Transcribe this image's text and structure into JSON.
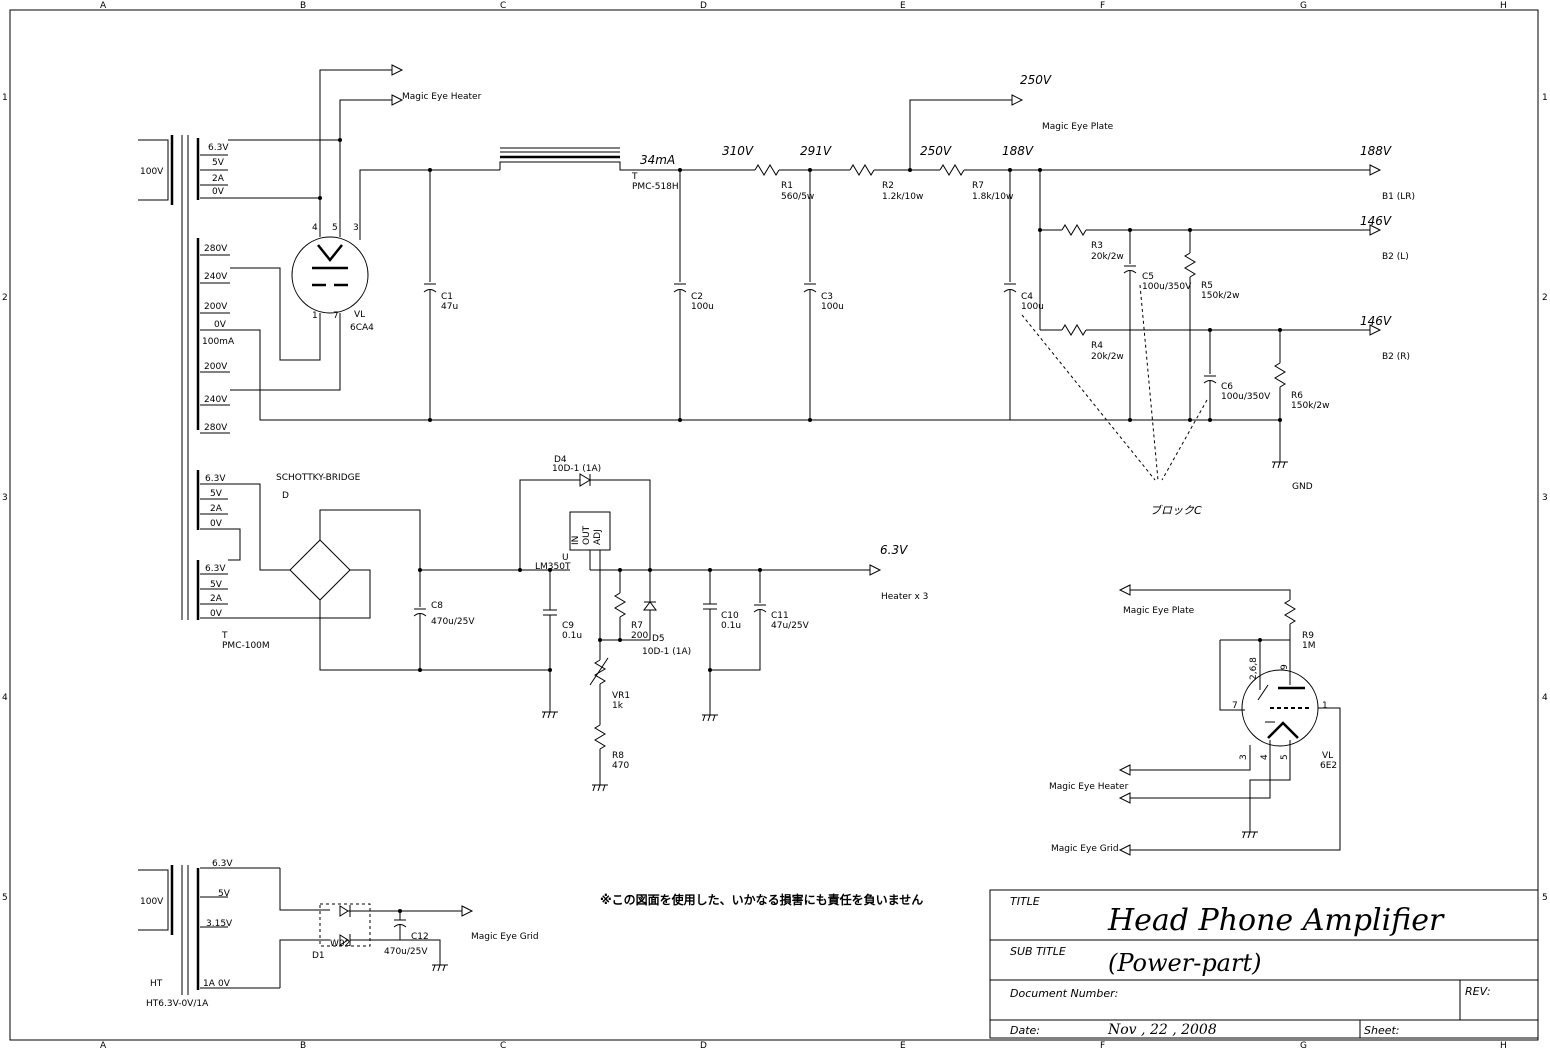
{
  "border": {
    "cols": [
      "A",
      "B",
      "C",
      "D",
      "E",
      "F",
      "G",
      "H"
    ],
    "rows": [
      "1",
      "2",
      "3",
      "4",
      "5"
    ]
  },
  "power": {
    "mains_label": "100V",
    "taps": [
      "6.3V",
      "5V",
      "2A",
      "0V"
    ],
    "ht_taps": [
      "280V",
      "240V",
      "200V",
      "0V",
      "100mA",
      "200V",
      "240V",
      "280V"
    ],
    "rect_pins": [
      "4",
      "5",
      "3",
      "1",
      "7"
    ],
    "rect_ref": "VL",
    "rect_part": "6CA4",
    "choke_ref": "T",
    "choke_part": "PMC-518H",
    "current": "34mA",
    "v310": "310V",
    "v291": "291V",
    "v250a": "250V",
    "v250top": "250V",
    "v188": "188V",
    "v188out": "188V",
    "v146a": "146V",
    "v146b": "146V",
    "r1": "R1",
    "r1v": "560/5w",
    "r2": "R2",
    "r2v": "1.2k/10w",
    "r7": "R7",
    "r7v": "1.8k/10w",
    "r3": "R3",
    "r3v": "20k/2w",
    "r4": "R4",
    "r4v": "20k/2w",
    "r5": "R5",
    "r5v": "150k/2w",
    "r6": "R6",
    "r6v": "150k/2w",
    "c1": "C1",
    "c1v": "47u",
    "c2": "C2",
    "c2v": "100u",
    "c3": "C3",
    "c3v": "100u",
    "c4": "C4",
    "c4v": "100u",
    "c5": "C5",
    "c5v": "100u/350V",
    "c6": "C6",
    "c6v": "100u/350V",
    "b1": "B1 (LR)",
    "b2l": "B2 (L)",
    "b2r": "B2 (R)",
    "magic_eye_heater": "Magic Eye Heater",
    "magic_eye_plate": "Magic Eye Plate",
    "gnd": "GND",
    "block": "ブロックC"
  },
  "heater": {
    "taps1": [
      "6.3V",
      "5V",
      "2A",
      "0V"
    ],
    "taps2": [
      "6.3V",
      "5V",
      "2A",
      "0V"
    ],
    "trans_ref": "T",
    "trans_part": "PMC-100M",
    "bridge": "SCHOTTKY-BRIDGE",
    "bridge_ref": "D",
    "d4": "D4",
    "d4v": "10D-1 (1A)",
    "reg_ref": "U",
    "reg_part": "LM350T",
    "reg_pins": [
      "IN",
      "OUT",
      "ADJ"
    ],
    "out_v": "6.3V",
    "out_label": "Heater x 3",
    "c8": "C8",
    "c8v": "470u/25V",
    "c9": "C9",
    "c9v": "0.1u",
    "r7": "R7",
    "r7v": "200",
    "d5": "D5",
    "d5v": "10D-1 (1A)",
    "vr1": "VR1",
    "vr1v": "1k",
    "r8": "R8",
    "r8v": "470",
    "c10": "C10",
    "c10v": "0.1u",
    "c11": "C11",
    "c11v": "47u/25V"
  },
  "eye": {
    "plate": "Magic Eye Plate",
    "heater": "Magic Eye Heater",
    "grid": "Magic Eye Grid",
    "r9": "R9",
    "r9v": "1M",
    "ref": "VL",
    "part": "6E2",
    "pins": [
      "2,6,8",
      "9",
      "7",
      "1",
      "3",
      "4",
      "5"
    ]
  },
  "grid": {
    "mains": "100V",
    "taps": [
      "6.3V",
      "5V",
      "3.15V",
      "1A",
      "0V"
    ],
    "ref": "HT",
    "part": "HT6.3V-0V/1A",
    "d1": "D1",
    "d1v": "W02",
    "c12": "C12",
    "c12v": "470u/25V",
    "out": "Magic Eye Grid"
  },
  "disclaimer": "※この図面を使用した、いかなる損害にも責任を負いません",
  "title_block": {
    "title_label": "TITLE",
    "title": "Head Phone Amplifier",
    "subtitle_label": "SUB TITLE",
    "subtitle": "(Power-part)",
    "doc_label": "Document Number:",
    "rev_label": "REV:",
    "date_label": "Date:",
    "date": "Nov , 22 , 2008",
    "sheet_label": "Sheet:"
  }
}
